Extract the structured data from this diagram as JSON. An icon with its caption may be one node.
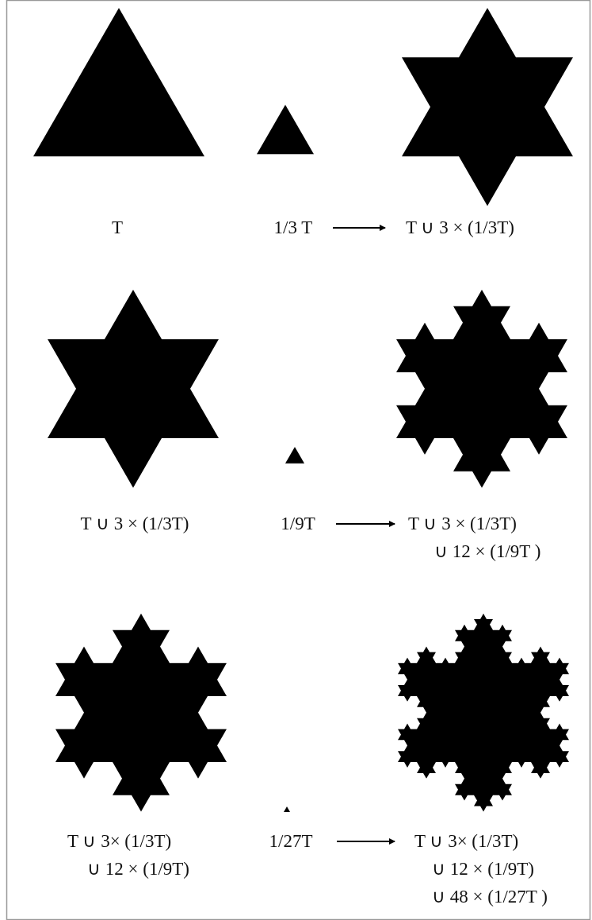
{
  "diagram": {
    "nodes": [
      {
        "text": [],
        "shape": "triangle",
        "beside": [
          "T"
        ]
      },
      {
        "text": [
          "1/3 T"
        ]
      },
      {
        "text": [
          "T ∪ 3 × (1/3T)"
        ]
      },
      {
        "text": [
          "T ∪ 3 × (1/3T)"
        ]
      },
      {
        "text": [
          "1/9T"
        ]
      },
      {
        "text": [
          "T ∪ 3 × (1/3T)",
          "∪ 12 × (1/9T )"
        ]
      },
      {
        "text": [
          "T ∪ 3× (1/3T)",
          "∪ 12 × (1/9T)"
        ]
      },
      {
        "text": [
          "1/27T"
        ]
      },
      {
        "text": [
          "T ∪ 3× (1/3T)",
          "∪ 12 × (1/9T)",
          "∪ 48 × (1/27T )"
        ]
      }
    ],
    "edges": [
      {
        "from": 1,
        "to": 2,
        "arrow": "to"
      },
      {
        "from": 4,
        "to": 5,
        "arrow": "to"
      },
      {
        "from": 7,
        "to": 8,
        "arrow": "to"
      }
    ]
  }
}
